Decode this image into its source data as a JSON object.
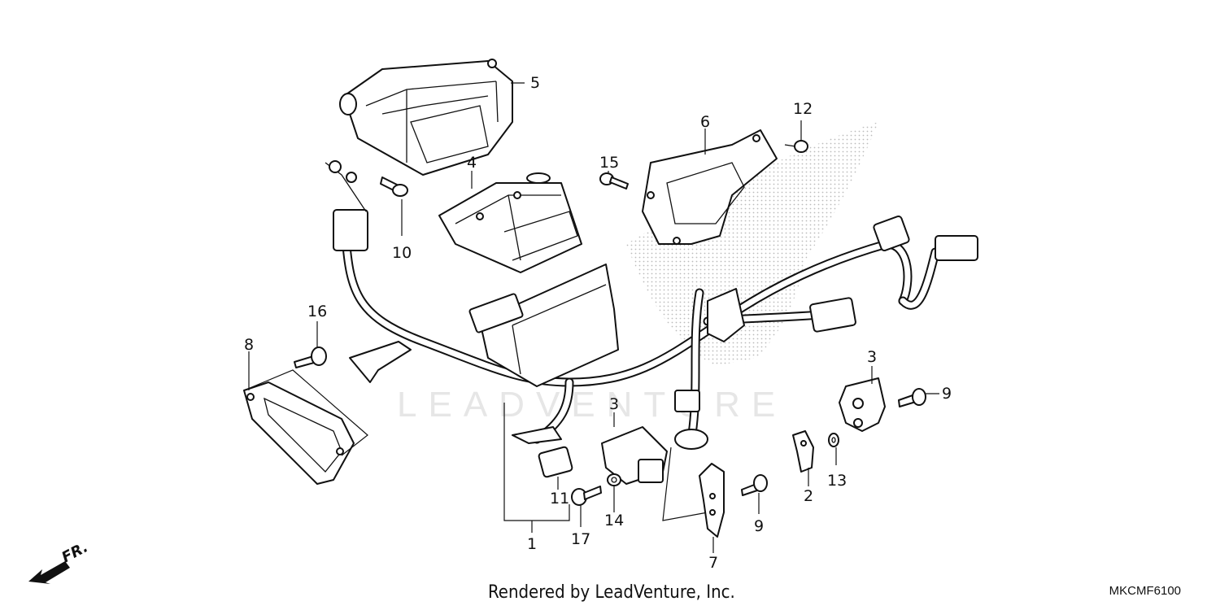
{
  "diagram": {
    "watermark": "LEADVENTURE",
    "footer": "Rendered by LeadVenture, Inc.",
    "diagram_code": "MKCMF6100",
    "direction_label": "FR.",
    "callouts": {
      "p1": "1",
      "p2": "2",
      "p3a": "3",
      "p3b": "3",
      "p4": "4",
      "p5": "5",
      "p6": "6",
      "p7": "7",
      "p8": "8",
      "p9a": "9",
      "p9b": "9",
      "p10": "10",
      "p11": "11",
      "p12": "12",
      "p13": "13",
      "p14": "14",
      "p15": "15",
      "p16": "16",
      "p17": "17"
    }
  }
}
